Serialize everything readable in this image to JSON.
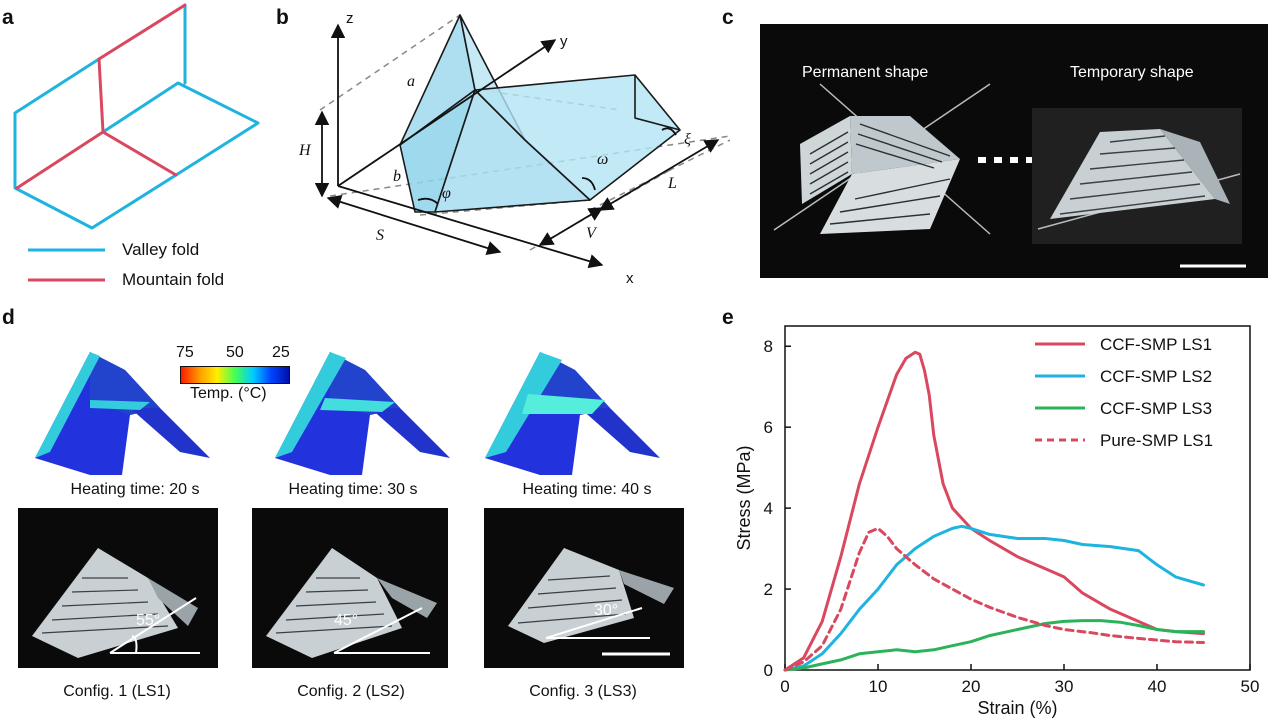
{
  "panels": {
    "a": {
      "label": "a",
      "legend": [
        {
          "text": "Valley fold",
          "color": "#1fb3e0"
        },
        {
          "text": "Mountain fold",
          "color": "#d9485f"
        }
      ]
    },
    "b": {
      "label": "b",
      "axis_z": "z",
      "axis_y": "y",
      "axis_x": "x",
      "symbols": {
        "a": "a",
        "b": "b",
        "H": "H",
        "S": "S",
        "L": "L",
        "V": "V",
        "phi": "φ",
        "omega": "ω",
        "xi": "ξ"
      }
    },
    "c": {
      "label": "c",
      "left_title": "Permanent shape",
      "right_title": "Temporary shape"
    },
    "d": {
      "label": "d",
      "colorbar": {
        "ticks": [
          "75",
          "50",
          "25"
        ],
        "title": "Temp. (°C)"
      },
      "sims": [
        {
          "caption": "Heating time: 20 s"
        },
        {
          "caption": "Heating time: 30 s"
        },
        {
          "caption": "Heating time: 40 s"
        }
      ],
      "photos": [
        {
          "angle": "55°",
          "caption": "Config. 1 (LS1)"
        },
        {
          "angle": "45°",
          "caption": "Config. 2 (LS2)"
        },
        {
          "angle": "30°",
          "caption": "Config. 3 (LS3)"
        }
      ]
    },
    "e": {
      "label": "e"
    }
  },
  "chart_data": {
    "type": "line",
    "xlabel": "Strain (%)",
    "ylabel": "Stress (MPa)",
    "xlim": [
      0,
      50
    ],
    "ylim": [
      0,
      8.5
    ],
    "xticks": [
      0,
      10,
      20,
      30,
      40,
      50
    ],
    "yticks": [
      0,
      2,
      4,
      6,
      8
    ],
    "legend_position": "top-right",
    "series": [
      {
        "name": "CCF-SMP LS1",
        "color": "#d9485f",
        "dash": false,
        "x": [
          0,
          2,
          4,
          6,
          8,
          10,
          12,
          13,
          14,
          14.5,
          15,
          15.5,
          16,
          17,
          18,
          20,
          22,
          25,
          28,
          30,
          32,
          35,
          38,
          40,
          42,
          45
        ],
        "y": [
          0,
          0.3,
          1.2,
          2.8,
          4.6,
          6.0,
          7.3,
          7.7,
          7.85,
          7.8,
          7.4,
          6.8,
          5.8,
          4.6,
          4.0,
          3.5,
          3.2,
          2.8,
          2.5,
          2.3,
          1.9,
          1.5,
          1.2,
          1.0,
          0.95,
          0.9
        ]
      },
      {
        "name": "CCF-SMP LS2",
        "color": "#1fb3e0",
        "dash": false,
        "x": [
          0,
          2,
          4,
          6,
          8,
          10,
          12,
          14,
          16,
          18,
          19,
          20,
          22,
          25,
          28,
          30,
          32,
          35,
          38,
          40,
          42,
          45
        ],
        "y": [
          0,
          0.1,
          0.4,
          0.9,
          1.5,
          2.0,
          2.6,
          3.0,
          3.3,
          3.5,
          3.55,
          3.5,
          3.35,
          3.25,
          3.25,
          3.2,
          3.1,
          3.05,
          2.95,
          2.6,
          2.3,
          2.1
        ]
      },
      {
        "name": "CCF-SMP LS3",
        "color": "#2bb35a",
        "dash": false,
        "x": [
          0,
          2,
          4,
          6,
          8,
          10,
          12,
          14,
          16,
          18,
          20,
          22,
          25,
          28,
          30,
          32,
          34,
          36,
          38,
          40,
          42,
          45
        ],
        "y": [
          0,
          0.05,
          0.15,
          0.25,
          0.4,
          0.45,
          0.5,
          0.45,
          0.5,
          0.6,
          0.7,
          0.85,
          1.0,
          1.15,
          1.2,
          1.22,
          1.22,
          1.18,
          1.1,
          1.0,
          0.95,
          0.95
        ]
      },
      {
        "name": "Pure-SMP LS1",
        "color": "#d9485f",
        "dash": true,
        "x": [
          0,
          2,
          4,
          6,
          8,
          9,
          10,
          11,
          12,
          14,
          16,
          18,
          20,
          22,
          25,
          28,
          30,
          33,
          35,
          38,
          40,
          42,
          45
        ],
        "y": [
          0,
          0.2,
          0.6,
          1.5,
          2.9,
          3.4,
          3.5,
          3.3,
          3.0,
          2.6,
          2.25,
          2.0,
          1.75,
          1.55,
          1.3,
          1.1,
          1.0,
          0.92,
          0.85,
          0.78,
          0.74,
          0.7,
          0.68
        ]
      }
    ]
  }
}
